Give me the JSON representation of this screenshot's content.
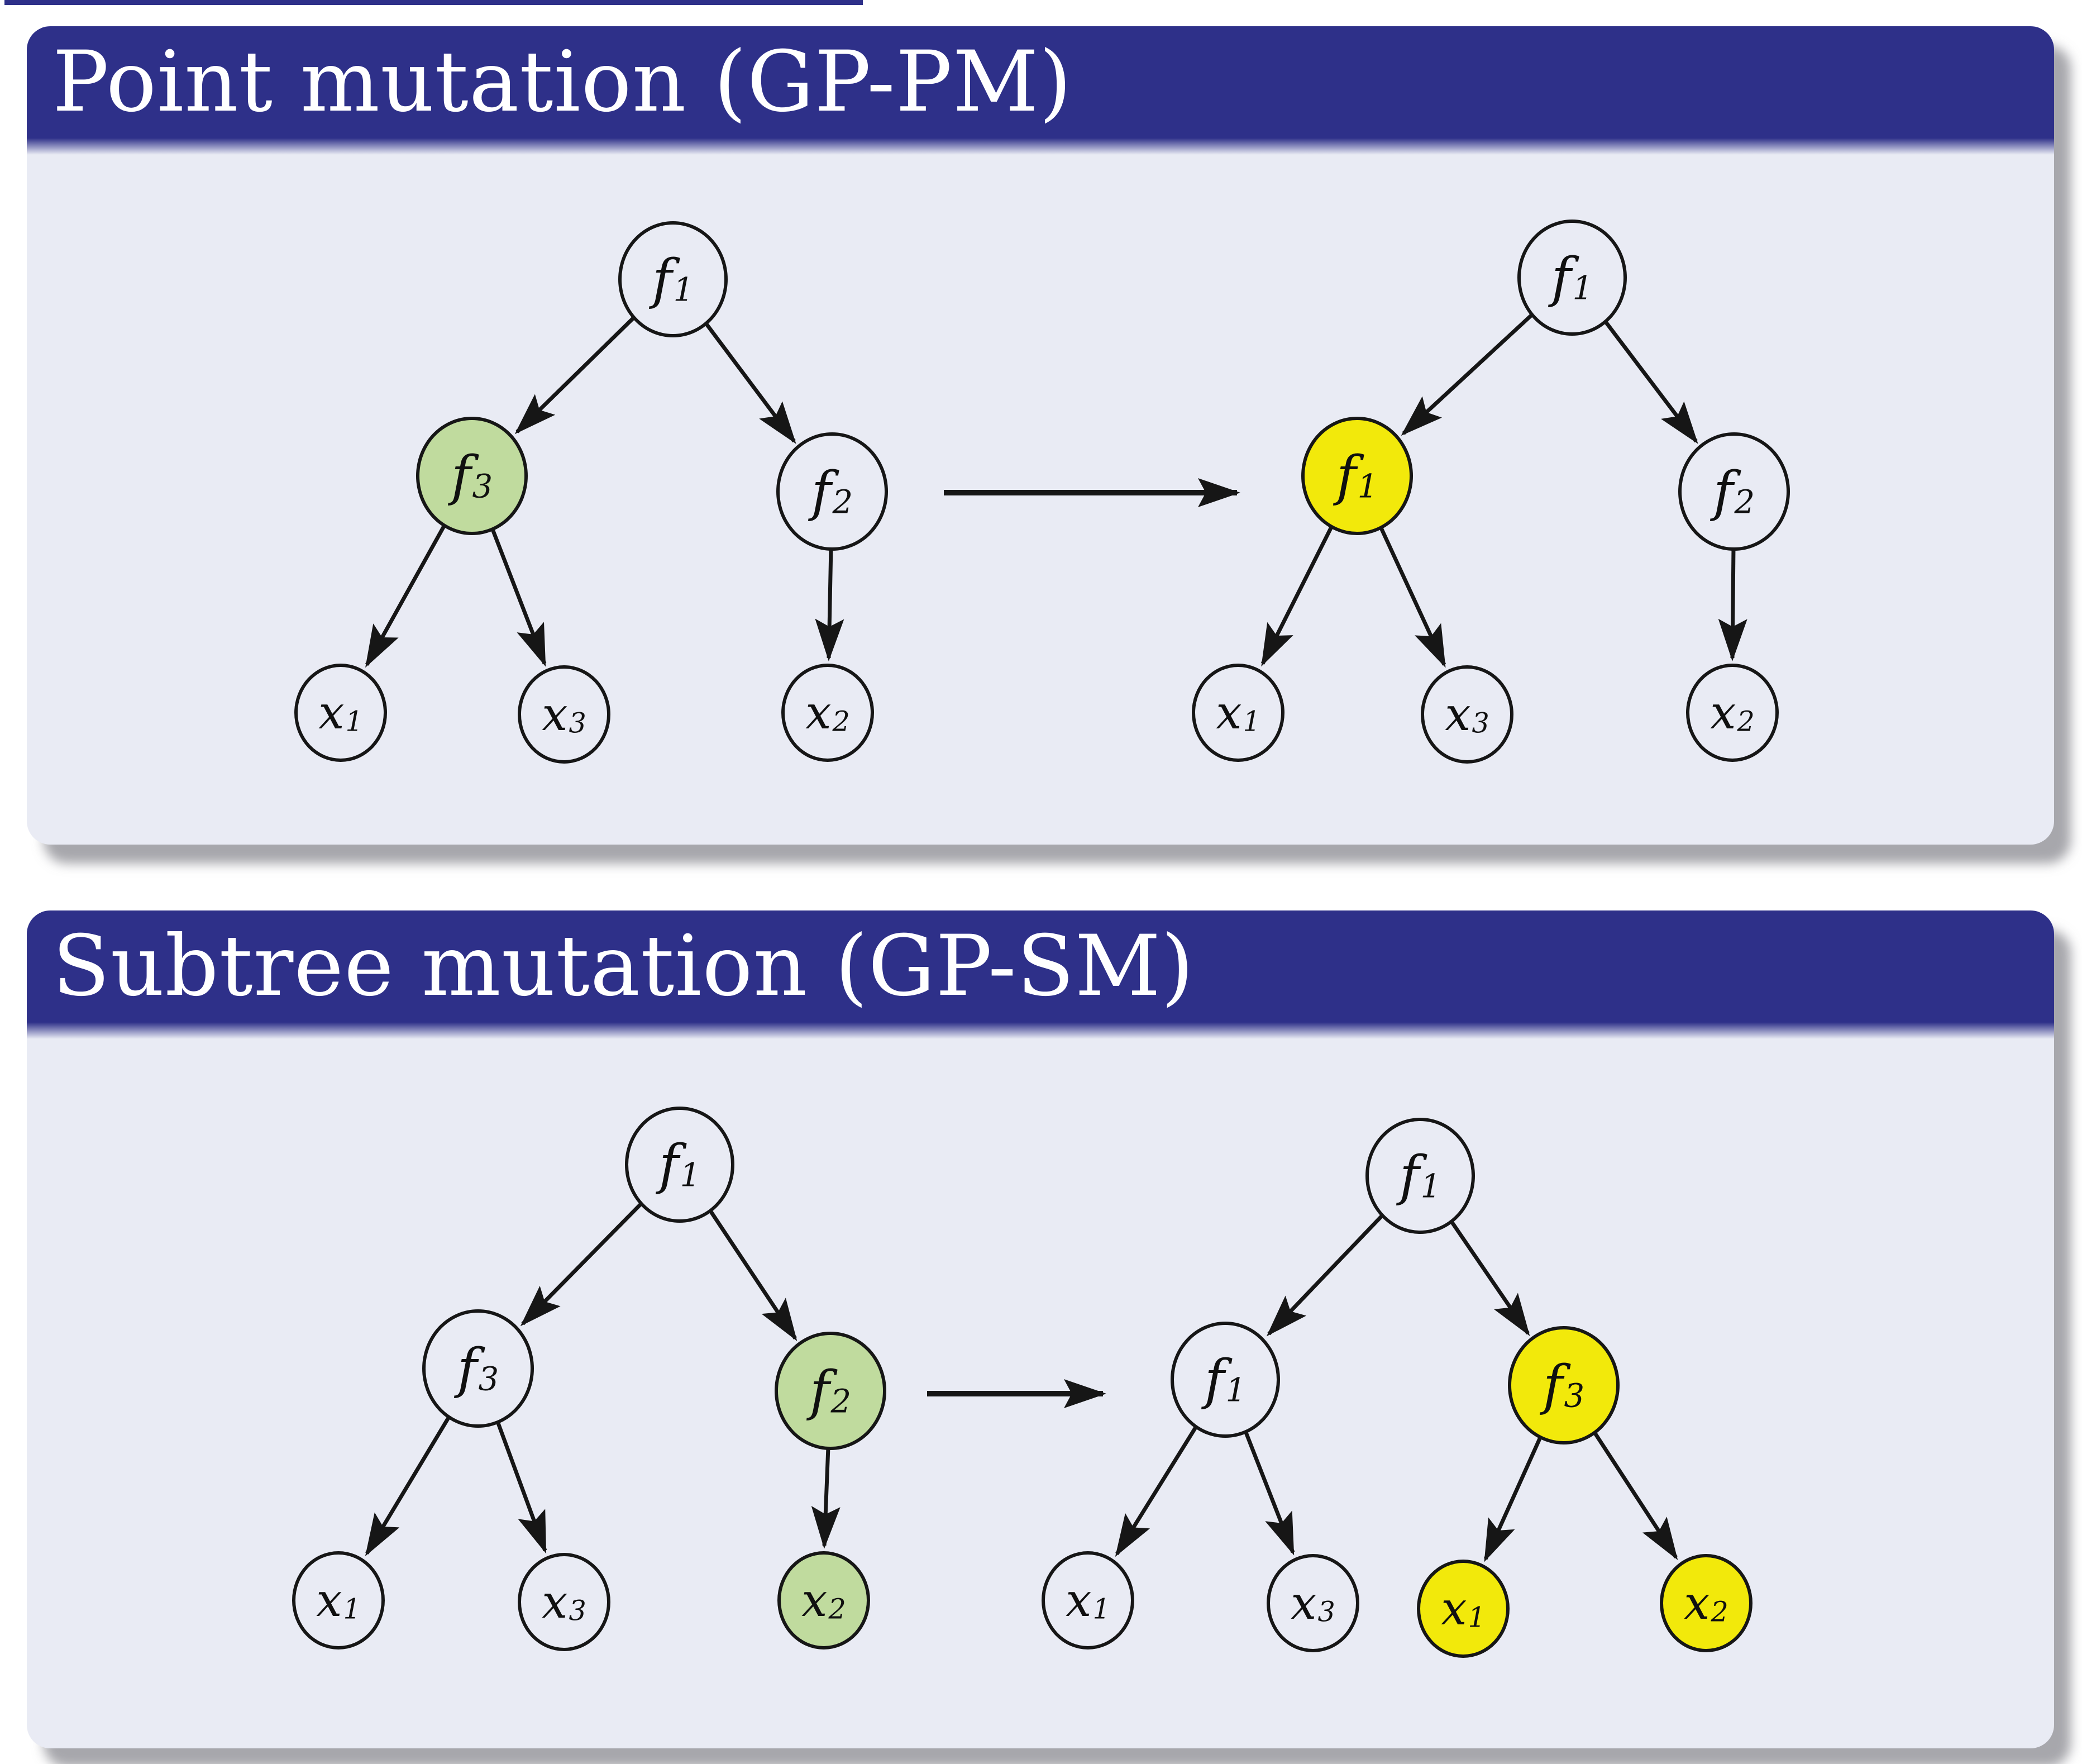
{
  "colors": {
    "title_bar": "#2e3089",
    "panel_body": "#e9ebf4",
    "highlight_green": "#c0db9e",
    "highlight_yellow": "#f2e90b",
    "node_outline": "#161616",
    "title_text": "#ffffff"
  },
  "panels": [
    {
      "title": "Point mutation (GP-PM)",
      "transform_arrow_icon": "right-arrow-icon",
      "trees": [
        {
          "side": "before",
          "nodes": [
            {
              "base": "f",
              "sub": "1",
              "highlight": "none"
            },
            {
              "base": "f",
              "sub": "3",
              "highlight": "green"
            },
            {
              "base": "f",
              "sub": "2",
              "highlight": "none"
            },
            {
              "base": "x",
              "sub": "1",
              "highlight": "none"
            },
            {
              "base": "x",
              "sub": "3",
              "highlight": "none"
            },
            {
              "base": "x",
              "sub": "2",
              "highlight": "none"
            }
          ]
        },
        {
          "side": "after",
          "nodes": [
            {
              "base": "f",
              "sub": "1",
              "highlight": "none"
            },
            {
              "base": "f",
              "sub": "1",
              "highlight": "yellow"
            },
            {
              "base": "f",
              "sub": "2",
              "highlight": "none"
            },
            {
              "base": "x",
              "sub": "1",
              "highlight": "none"
            },
            {
              "base": "x",
              "sub": "3",
              "highlight": "none"
            },
            {
              "base": "x",
              "sub": "2",
              "highlight": "none"
            }
          ]
        }
      ]
    },
    {
      "title": "Subtree mutation (GP-SM)",
      "transform_arrow_icon": "right-arrow-icon",
      "trees": [
        {
          "side": "before",
          "nodes": [
            {
              "base": "f",
              "sub": "1",
              "highlight": "none"
            },
            {
              "base": "f",
              "sub": "3",
              "highlight": "none"
            },
            {
              "base": "f",
              "sub": "2",
              "highlight": "green"
            },
            {
              "base": "x",
              "sub": "1",
              "highlight": "none"
            },
            {
              "base": "x",
              "sub": "3",
              "highlight": "none"
            },
            {
              "base": "x",
              "sub": "2",
              "highlight": "green"
            }
          ]
        },
        {
          "side": "after",
          "nodes": [
            {
              "base": "f",
              "sub": "1",
              "highlight": "none"
            },
            {
              "base": "f",
              "sub": "1",
              "highlight": "none"
            },
            {
              "base": "f",
              "sub": "3",
              "highlight": "yellow"
            },
            {
              "base": "x",
              "sub": "1",
              "highlight": "none"
            },
            {
              "base": "x",
              "sub": "3",
              "highlight": "none"
            },
            {
              "base": "x",
              "sub": "1",
              "highlight": "yellow"
            },
            {
              "base": "x",
              "sub": "2",
              "highlight": "yellow"
            }
          ]
        }
      ]
    }
  ]
}
